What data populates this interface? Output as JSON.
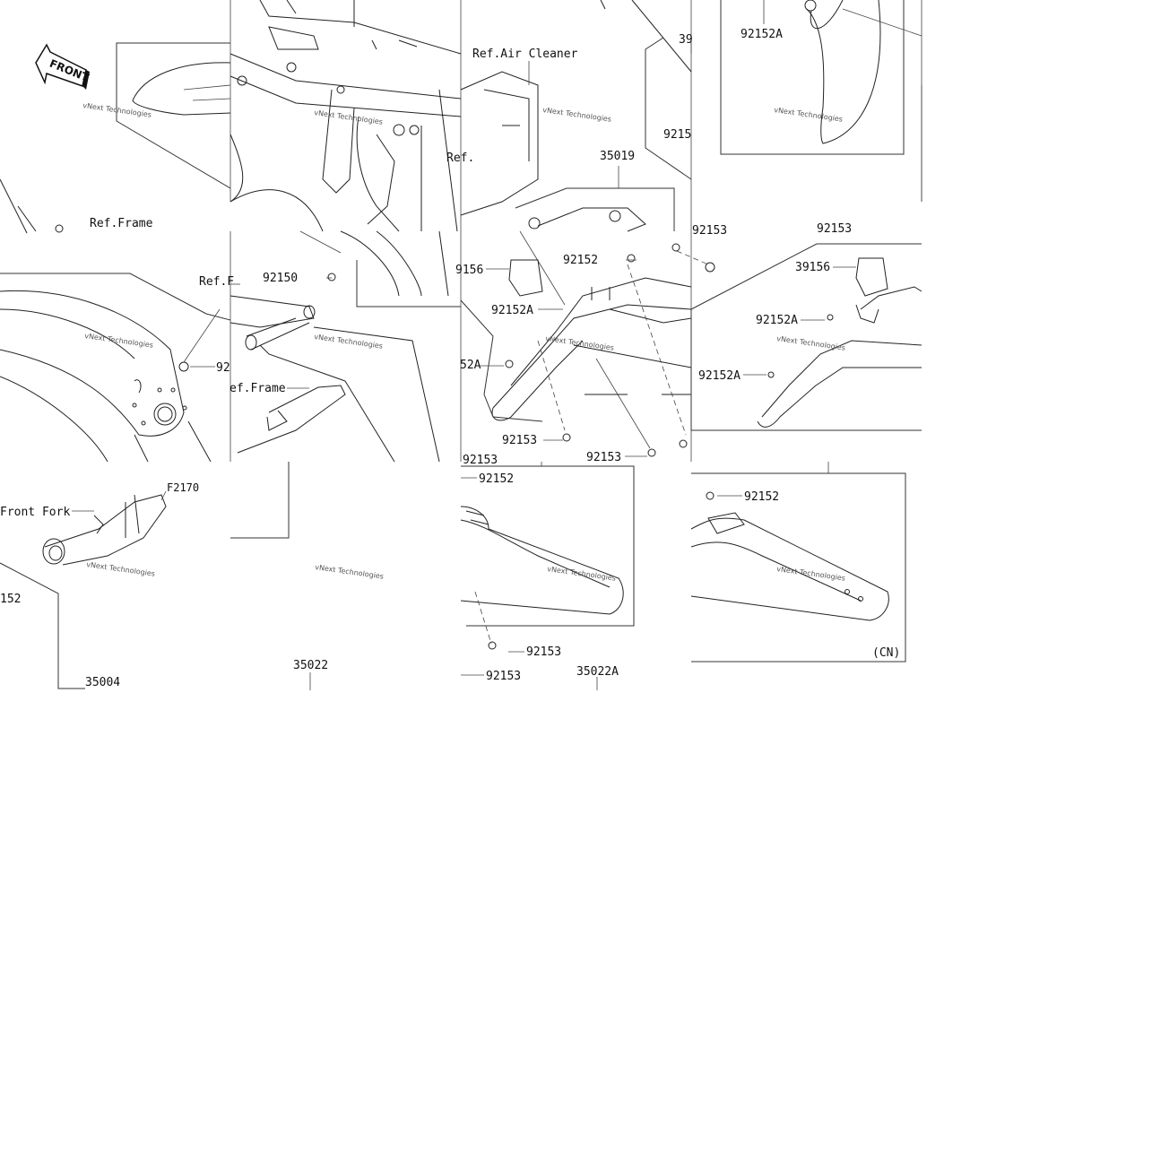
{
  "front_arrow": {
    "label": "FRONT"
  },
  "watermark": {
    "text": "vNext Technologies"
  },
  "labels": {
    "ref_frame_top": "Ref.Frame",
    "ref_air_cleaner": "Ref.Air Cleaner",
    "ref_truncated": "Ref.",
    "ref_r": "Ref.F",
    "ref_frame_mid": "ef.Frame",
    "front_fork": "Front Fork",
    "f2170": "F2170",
    "p35019": "35019",
    "p39_top": "39",
    "p9215_top": "9215",
    "p92152A_top": "92152A",
    "p92150": "92150",
    "p92_cut": "92",
    "p92152_a": "92152",
    "p92153_top": "92153",
    "p92152A_b": "92152A",
    "p39156_a": "9156",
    "p52A": "52A",
    "p92153_b": "92153",
    "p92153_c": "92153",
    "p92153_d": "92153",
    "p39156_b": "39156",
    "p92152A_c": "92152A",
    "p92152A_d": "92152A",
    "p92153_e": "92153",
    "p92152_b": "92152",
    "p92152_c": "92152",
    "p92153_f": "92153",
    "p92153_g": "92153",
    "p152": "152",
    "p35004": "35004",
    "p35022": "35022",
    "p35022A": "35022A",
    "cn": "(CN)"
  }
}
